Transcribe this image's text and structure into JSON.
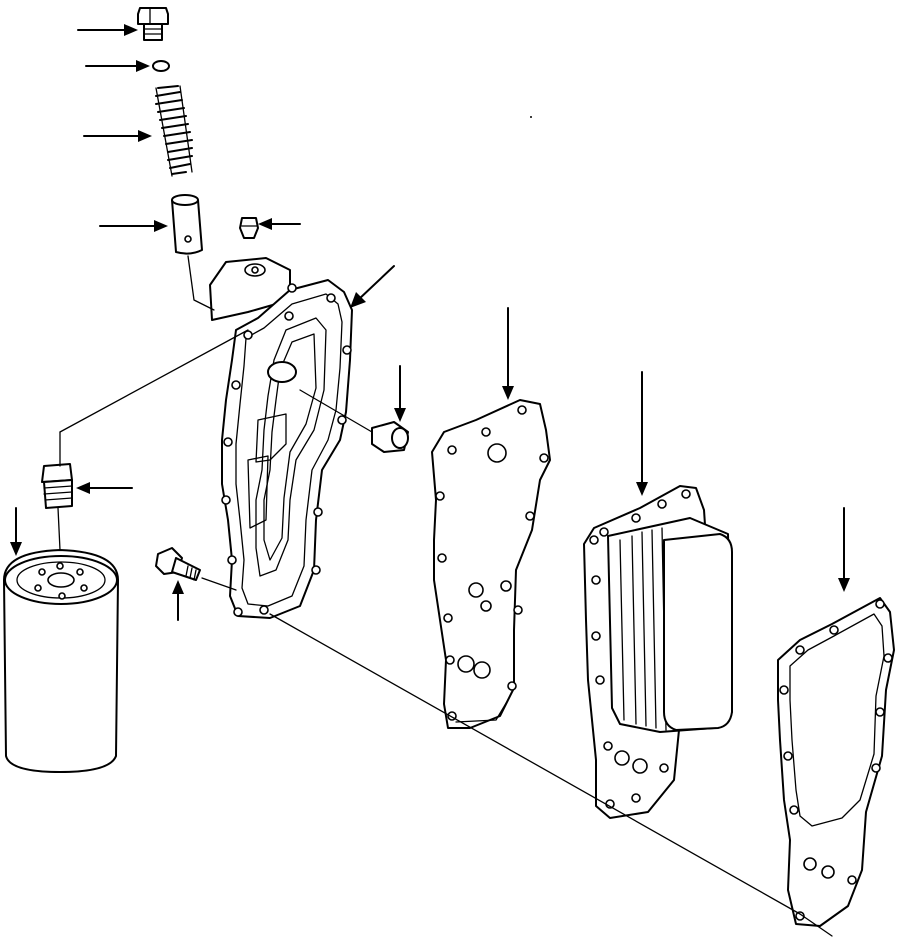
{
  "diagram": {
    "parts": [
      {
        "id": "plug",
        "icon": "plug-icon"
      },
      {
        "id": "o-ring",
        "icon": "o-ring-icon"
      },
      {
        "id": "spring",
        "icon": "spring-icon"
      },
      {
        "id": "valve",
        "icon": "valve-icon"
      },
      {
        "id": "small-plug",
        "icon": "small-plug-icon"
      },
      {
        "id": "filter-head",
        "icon": "filter-head-icon"
      },
      {
        "id": "side-plug",
        "icon": "side-plug-icon"
      },
      {
        "id": "adapter",
        "icon": "adapter-icon"
      },
      {
        "id": "oil-filter",
        "icon": "oil-filter-icon"
      },
      {
        "id": "bolt",
        "icon": "bolt-icon"
      },
      {
        "id": "gasket",
        "icon": "gasket-icon"
      },
      {
        "id": "oil-cooler",
        "icon": "oil-cooler-icon"
      },
      {
        "id": "cover-gasket",
        "icon": "cover-gasket-icon"
      }
    ],
    "colors": {
      "line": "#000000",
      "background": "#ffffff"
    }
  }
}
